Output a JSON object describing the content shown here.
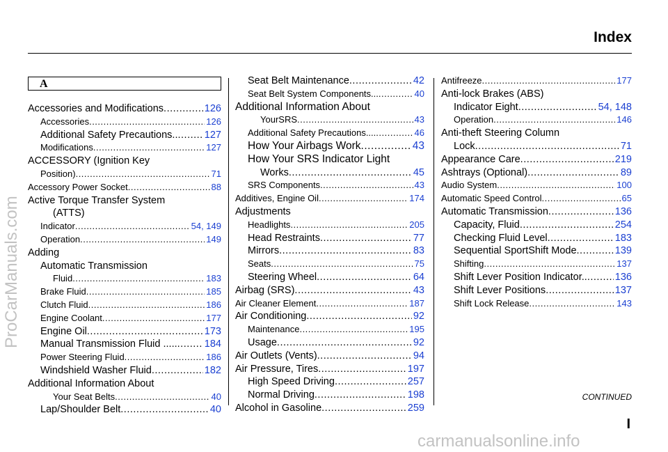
{
  "header": {
    "title": "Index"
  },
  "section": {
    "letter": "A"
  },
  "columns": [
    {
      "entries": [
        {
          "label": "Accessories and Modifications",
          "pages": "126",
          "level": 0,
          "size": "md"
        },
        {
          "label": "Accessories",
          "pages": "126",
          "level": 1,
          "size": "sm"
        },
        {
          "label": "Additional Safety Precautions..",
          "pages": "127",
          "level": 1,
          "size": "md"
        },
        {
          "label": "Modifications",
          "pages": "127",
          "level": 1,
          "size": "sm"
        },
        {
          "label": "ACCESSORY (Ignition Key",
          "pages": "",
          "level": 0,
          "size": "md"
        },
        {
          "label": "Position)",
          "pages": "71",
          "level": 1,
          "size": "sm"
        },
        {
          "label": "Accessory Power Socket",
          "pages": "88",
          "level": 0,
          "size": "sm"
        },
        {
          "label": "Active Torque Transfer System",
          "pages": "",
          "level": 0,
          "size": "md"
        },
        {
          "label": "(ATTS)",
          "pages": "",
          "level": 2,
          "size": "md"
        },
        {
          "label": "Indicator",
          "pages": "54, 149",
          "level": 1,
          "size": "sm"
        },
        {
          "label": "Operation",
          "pages": "149",
          "level": 1,
          "size": "sm"
        },
        {
          "label": "Adding",
          "pages": "",
          "level": 0,
          "size": "md"
        },
        {
          "label": "Automatic Transmission",
          "pages": "",
          "level": 1,
          "size": "md"
        },
        {
          "label": "Fluid",
          "pages": "183",
          "level": 2,
          "size": "sm"
        },
        {
          "label": "Brake Fluid",
          "pages": "185",
          "level": 1,
          "size": "sm"
        },
        {
          "label": "Clutch Fluid",
          "pages": "186",
          "level": 1,
          "size": "sm"
        },
        {
          "label": "Engine Coolant",
          "pages": "177",
          "level": 1,
          "size": "sm"
        },
        {
          "label": "Engine Oil",
          "pages": "173",
          "level": 1,
          "size": "md"
        },
        {
          "label": "Manual Transmission Fluid .....",
          "pages": "184",
          "level": 1,
          "size": "md"
        },
        {
          "label": "Power Steering Fluid",
          "pages": "186",
          "level": 1,
          "size": "sm"
        },
        {
          "label": "Windshield Washer Fluid",
          "pages": "182",
          "level": 1,
          "size": "md"
        },
        {
          "label": "Additional Information About",
          "pages": "",
          "level": 0,
          "size": "md"
        },
        {
          "label": "Your Seat Belts",
          "pages": "40",
          "level": 2,
          "size": "sm"
        },
        {
          "label": "Lap/Shoulder Belt",
          "pages": "40",
          "level": 1,
          "size": "md"
        }
      ]
    },
    {
      "entries": [
        {
          "label": "Seat Belt Maintenance",
          "pages": "42",
          "level": 1,
          "size": "md"
        },
        {
          "label": "Seat Belt System Components...",
          "pages": "40",
          "level": 1,
          "size": "sm"
        },
        {
          "label": "Additional Information About",
          "pages": "",
          "level": 0,
          "size": "lg"
        },
        {
          "label": "YourSRS",
          "pages": "43",
          "level": 2,
          "size": "sm"
        },
        {
          "label": "Additional Safety Precautions....",
          "pages": "46",
          "level": 1,
          "size": "sm"
        },
        {
          "label": "How Your Airbags Work",
          "pages": "43",
          "level": 1,
          "size": "lg"
        },
        {
          "label": "How Your SRS Indicator Light",
          "pages": "",
          "level": 1,
          "size": "lg"
        },
        {
          "label": "Works",
          "pages": "45",
          "level": 2,
          "size": "md"
        },
        {
          "label": "SRS Components",
          "pages": "43",
          "level": 1,
          "size": "sm"
        },
        {
          "label": "Additives, Engine Oil",
          "pages": "174",
          "level": 0,
          "size": "sm"
        },
        {
          "label": "Adjustments",
          "pages": "",
          "level": 0,
          "size": "md"
        },
        {
          "label": "Headlights",
          "pages": "205",
          "level": 1,
          "size": "sm"
        },
        {
          "label": "Head Restraints",
          "pages": "77",
          "level": 1,
          "size": "md"
        },
        {
          "label": "Mirrors",
          "pages": "83",
          "level": 1,
          "size": "md"
        },
        {
          "label": "Seats",
          "pages": "75",
          "level": 1,
          "size": "sm"
        },
        {
          "label": "Steering Wheel",
          "pages": "64",
          "level": 1,
          "size": "md"
        },
        {
          "label": "Airbag (SRS)",
          "pages": "43",
          "level": 0,
          "size": "md"
        },
        {
          "label": "Air Cleaner Element",
          "pages": "187",
          "level": 0,
          "size": "sm"
        },
        {
          "label": "Air Conditioning",
          "pages": "92",
          "level": 0,
          "size": "md"
        },
        {
          "label": "Maintenance",
          "pages": "195",
          "level": 1,
          "size": "sm"
        },
        {
          "label": "Usage",
          "pages": "92",
          "level": 1,
          "size": "md"
        },
        {
          "label": "Air Outlets (Vents)",
          "pages": "94",
          "level": 0,
          "size": "md"
        },
        {
          "label": "Air Pressure, Tires",
          "pages": "197",
          "level": 0,
          "size": "md"
        },
        {
          "label": "High Speed Driving",
          "pages": "257",
          "level": 1,
          "size": "md"
        },
        {
          "label": "Normal Driving",
          "pages": "198",
          "level": 1,
          "size": "md"
        },
        {
          "label": "Alcohol in Gasoline",
          "pages": "259",
          "level": 0,
          "size": "md"
        }
      ]
    },
    {
      "entries": [
        {
          "label": "Antifreeze",
          "pages": "177",
          "level": 0,
          "size": "sm"
        },
        {
          "label": "Anti-lock Brakes (ABS)",
          "pages": "",
          "level": 0,
          "size": "md"
        },
        {
          "label": "Indicator Eight",
          "pages": "54, 148",
          "level": 1,
          "size": "md"
        },
        {
          "label": "Operation",
          "pages": "146",
          "level": 1,
          "size": "sm"
        },
        {
          "label": "Anti-theft Steering Column",
          "pages": "",
          "level": 0,
          "size": "md"
        },
        {
          "label": "Lock",
          "pages": "71",
          "level": 1,
          "size": "md"
        },
        {
          "label": "Appearance Care",
          "pages": "219",
          "level": 0,
          "size": "md"
        },
        {
          "label": "Ashtrays (Optional)",
          "pages": "89",
          "level": 0,
          "size": "md"
        },
        {
          "label": "Audio System",
          "pages": "100",
          "level": 0,
          "size": "sm"
        },
        {
          "label": "Automatic Speed Control",
          "pages": "65",
          "level": 0,
          "size": "sm"
        },
        {
          "label": "Automatic Transmission",
          "pages": "136",
          "level": 0,
          "size": "md"
        },
        {
          "label": "Capacity, Fluid",
          "pages": "254",
          "level": 1,
          "size": "md"
        },
        {
          "label": "Checking Fluid Level",
          "pages": "183",
          "level": 1,
          "size": "md"
        },
        {
          "label": "Sequential SportShift Mode",
          "pages": "139",
          "level": 1,
          "size": "md"
        },
        {
          "label": "Shifting",
          "pages": "137",
          "level": 1,
          "size": "sm"
        },
        {
          "label": "Shift Lever Position Indicator..",
          "pages": "136",
          "level": 1,
          "size": "md"
        },
        {
          "label": "Shift Lever Positions",
          "pages": "137",
          "level": 1,
          "size": "md"
        },
        {
          "label": "Shift Lock Release",
          "pages": "143",
          "level": 1,
          "size": "sm"
        }
      ]
    }
  ],
  "footer": {
    "continued": "CONTINUED",
    "page_number": "I"
  },
  "watermarks": {
    "left": "ProCarManuals.com",
    "bottom": "carmanualsonline.info"
  },
  "colors": {
    "page_link": "#1a3fd1",
    "text": "#000000",
    "background": "#ffffff"
  }
}
